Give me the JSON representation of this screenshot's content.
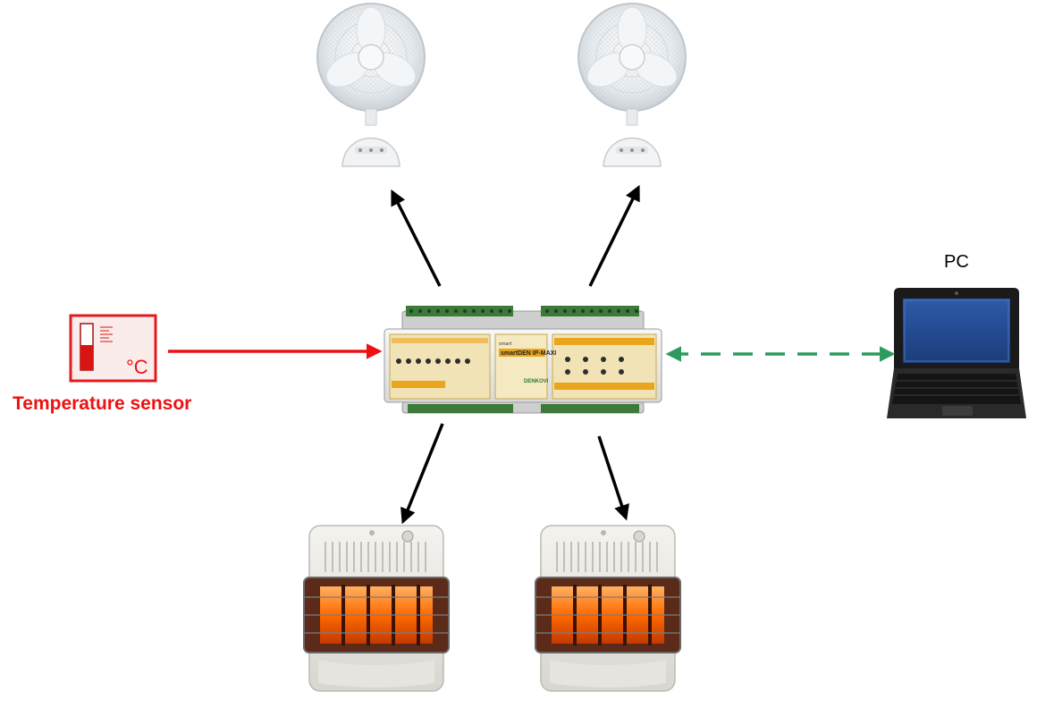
{
  "labels": {
    "pc": "PC",
    "temperature_sensor": "Temperature sensor",
    "celsius_unit": "°C"
  },
  "controller": {
    "model": "smartDEN IP-MAXI",
    "brand_logo": "DENKOVI",
    "brand_small": "smart"
  },
  "colors": {
    "sensor_red": "#ee1111",
    "network_green": "#2e9a5f",
    "control_arrow": "#000000"
  },
  "icons": {
    "fan": "fan-icon",
    "heater": "heater-icon",
    "laptop": "laptop-icon",
    "thermometer": "thermometer-icon",
    "controller": "relay-controller-icon"
  }
}
